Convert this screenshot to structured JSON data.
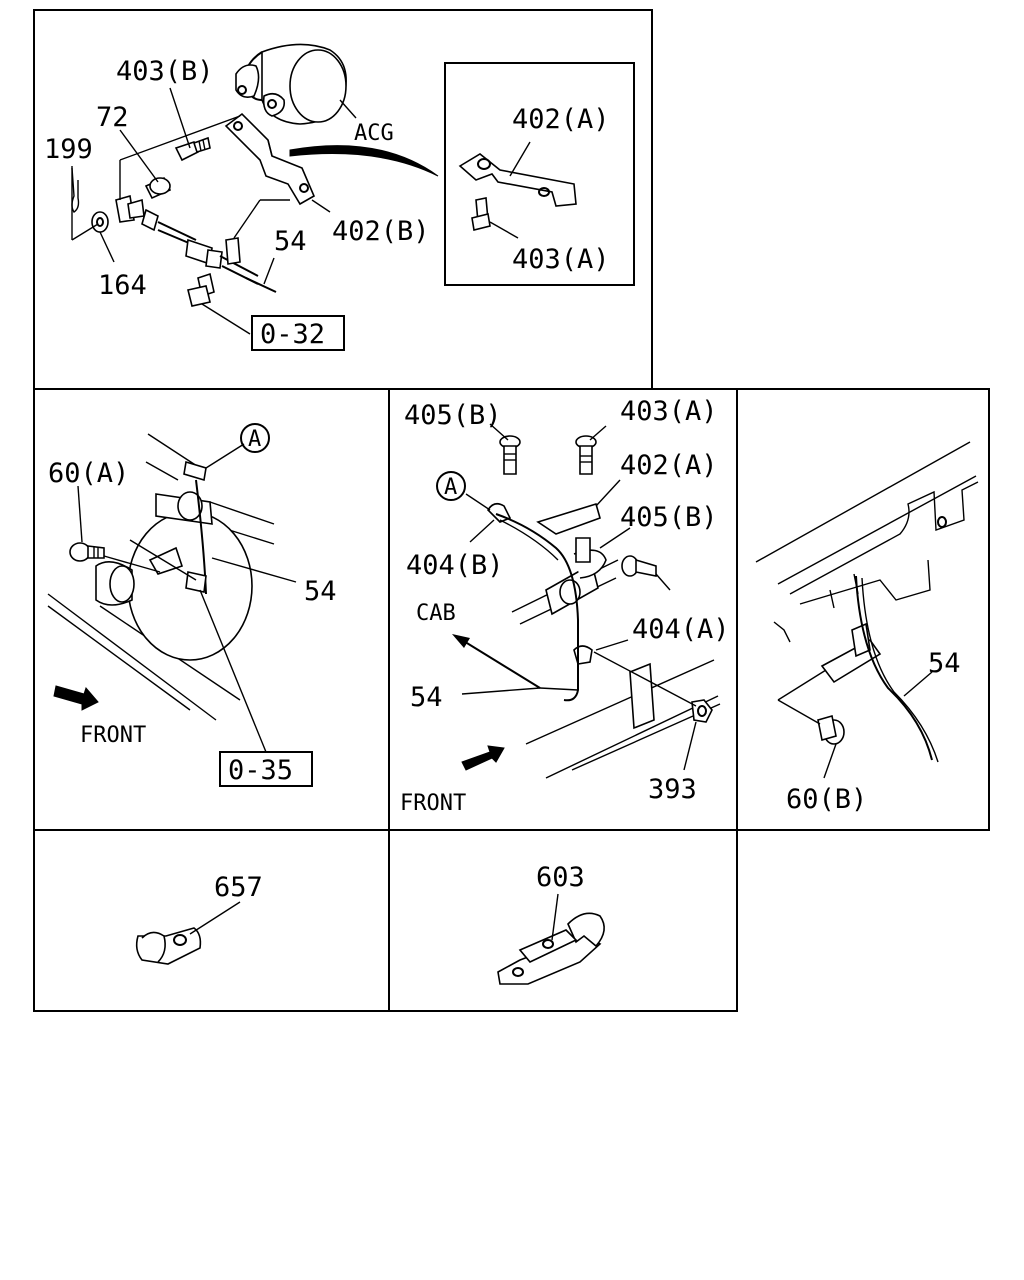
{
  "labels": {
    "p1_403b": "403(B)",
    "p1_72": "72",
    "p1_199": "199",
    "p1_164": "164",
    "p1_acg": "ACG",
    "p1_402b": "402(B)",
    "p1_54": "54",
    "p1_ref": "0-32",
    "p1_inset_402a": "402(A)",
    "p1_inset_403a": "403(A)",
    "p2_60a": "60(A)",
    "p2_circle_a": "A",
    "p2_54": "54",
    "p2_front": "FRONT",
    "p2_ref": "0-35",
    "p3_405b_top": "405(B)",
    "p3_403a": "403(A)",
    "p3_402a": "402(A)",
    "p3_405b_mid": "405(B)",
    "p3_circle_a": "A",
    "p3_404b": "404(B)",
    "p3_cab": "CAB",
    "p3_404a": "404(A)",
    "p3_54": "54",
    "p3_front": "FRONT",
    "p3_393": "393",
    "p4_54": "54",
    "p4_60b": "60(B)",
    "p5_657": "657",
    "p6_603": "603"
  }
}
